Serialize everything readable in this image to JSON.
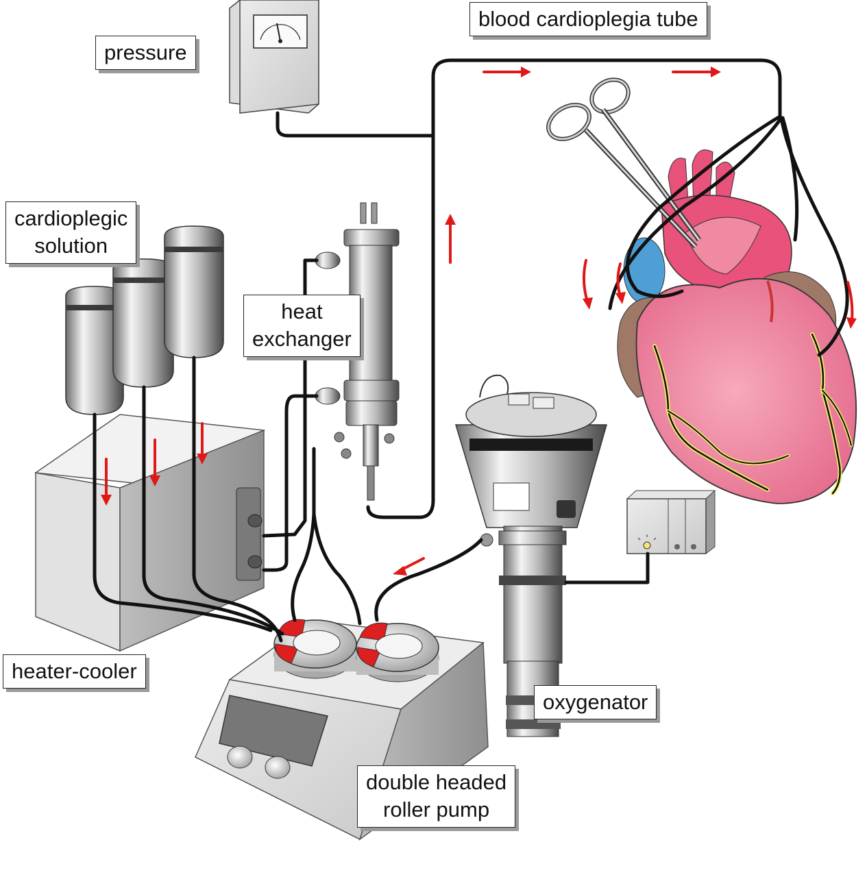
{
  "labels": {
    "pressure": "pressure",
    "tube": "blood cardioplegia tube",
    "solution_line1": "cardioplegic",
    "solution_line2": "solution",
    "heat_exchanger_line1": "heat",
    "heat_exchanger_line2": "exchanger",
    "heater_cooler": "heater-cooler",
    "oxygenator": "oxygenator",
    "pump_line1": "double headed",
    "pump_line2": "roller pump"
  },
  "colors": {
    "tubing": "#111111",
    "flow_arrow": "#e01818",
    "heart": "#f08aa2",
    "heart_dark": "#e35d80",
    "aorta": "#e9527a",
    "vena_cava": "#4f9fd6",
    "atrium": "#a07868",
    "coronary": "#f2ec6a",
    "device_light": "#e6e6e6",
    "device_mid": "#bdbdbd",
    "device_dark": "#5a5a5a",
    "roller_red": "#dd1f1f"
  },
  "icons": {
    "gauge": "pressure-gauge-icon",
    "clamp": "surgical-clamp-icon",
    "flow": "flow-arrow-icon"
  }
}
